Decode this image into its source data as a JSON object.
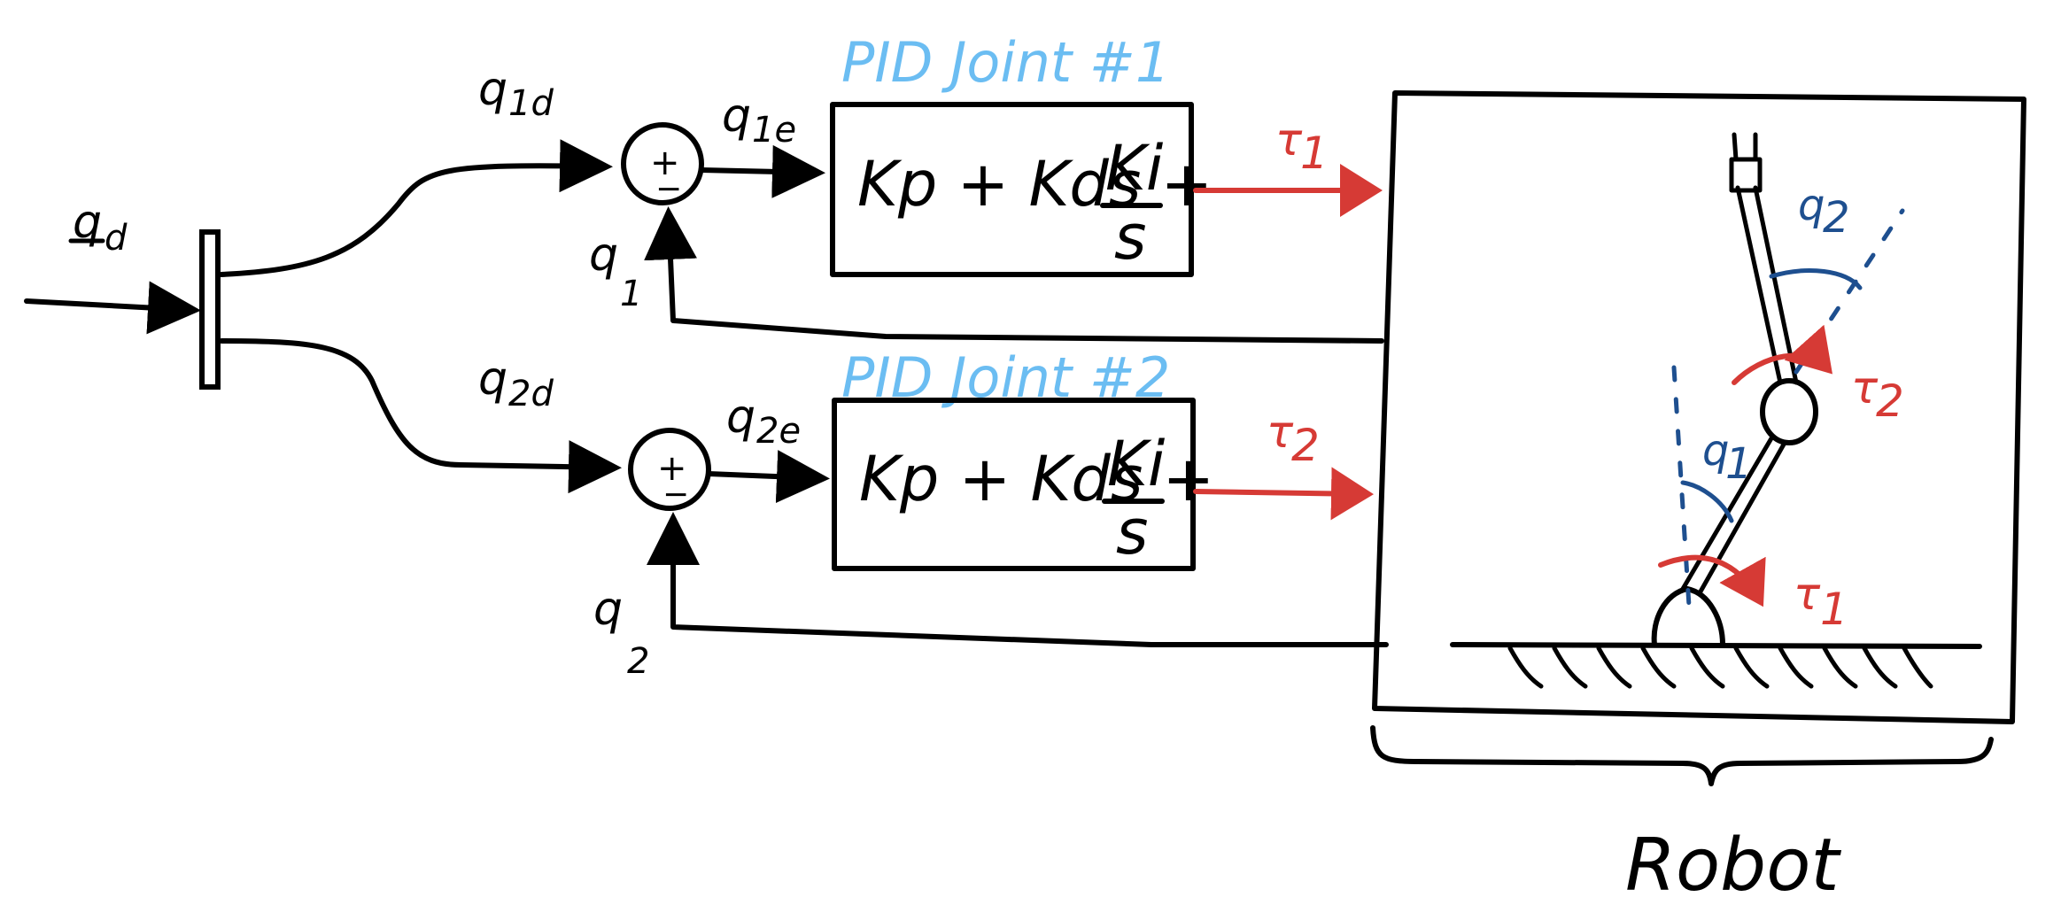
{
  "inputs": {
    "qd_vector": "q",
    "qd_vector_sub": "d"
  },
  "branches": {
    "joint1": {
      "desired_label": "q",
      "desired_sub": "1d",
      "error_label": "q",
      "error_sub": "1e",
      "feedback_label": "q",
      "feedback_sub": "1",
      "summer_plus": "+",
      "summer_minus": "−",
      "pid_title": "PID Joint #1",
      "tf_main": "Kp + Kds +",
      "tf_num": "Ki",
      "tf_den": "s",
      "torque_label": "τ",
      "torque_sub": "1"
    },
    "joint2": {
      "desired_label": "q",
      "desired_sub": "2d",
      "error_label": "q",
      "error_sub": "2e",
      "feedback_label": "q",
      "feedback_sub": "2",
      "summer_plus": "+",
      "summer_minus": "−",
      "pid_title": "PID Joint #2",
      "tf_main": "Kp + Kds +",
      "tf_num": "Ki",
      "tf_den": "s",
      "torque_label": "τ",
      "torque_sub": "2"
    }
  },
  "robot": {
    "label": "Robot",
    "angle_q1": "q",
    "angle_q1_sub": "1",
    "angle_q2": "q",
    "angle_q2_sub": "2",
    "torque1": "τ",
    "torque1_sub": "1",
    "torque2": "τ",
    "torque2_sub": "2"
  },
  "colors": {
    "ink": "#000000",
    "pid_title": "#6bbdf2",
    "torque": "#d63a35",
    "angle": "#1e4f8f"
  }
}
